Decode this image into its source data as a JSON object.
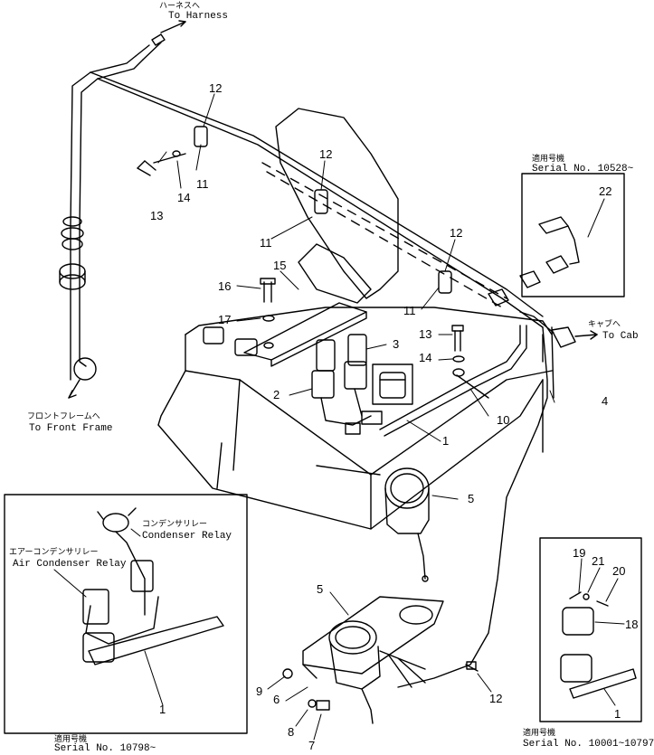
{
  "callouts": {
    "to_harness_jp": "ハーネスへ",
    "to_harness": "To Harness",
    "to_cab_jp": "キャブへ",
    "to_cab": "To Cab",
    "to_front_frame_jp": "フロントフレームへ",
    "to_front_frame": "To Front Frame",
    "condenser_relay_jp": "コンデンサリレー",
    "condenser_relay": "Condenser Relay",
    "air_condenser_relay_jp": "エアーコンデンサリレー",
    "air_condenser_relay": "Air Condenser Relay"
  },
  "insets": {
    "top_right": {
      "applicable_jp": "適用号機",
      "serial": "Serial No. 10528~"
    },
    "bottom_left": {
      "applicable_jp": "適用号機",
      "serial": "Serial No. 10798~"
    },
    "bottom_right": {
      "applicable_jp": "適用号機",
      "serial": "Serial No. 10001~10797"
    }
  },
  "part_numbers": {
    "p12a": "12",
    "p14a": "14",
    "p11a": "11",
    "p13a": "13",
    "p12b": "12",
    "p11b": "11",
    "p12c": "12",
    "p22": "22",
    "p15": "15",
    "p16": "16",
    "p17": "17",
    "p11c": "11",
    "p13b": "13",
    "p3": "3",
    "p14b": "14",
    "p2": "2",
    "p10": "10",
    "p1a": "1",
    "p4": "4",
    "p5a": "5",
    "p5b": "5",
    "p9": "9",
    "p6": "6",
    "p8": "8",
    "p7": "7",
    "p12d": "12",
    "p1b": "1",
    "p19": "19",
    "p21": "21",
    "p20": "20",
    "p18": "18",
    "p1c": "1"
  }
}
